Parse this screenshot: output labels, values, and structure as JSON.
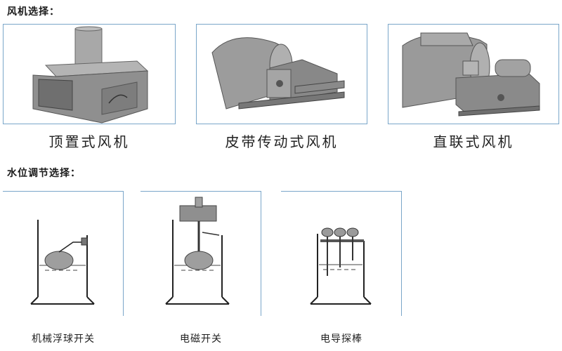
{
  "fan_section": {
    "title": "风机选择：",
    "items": [
      {
        "label": "顶置式风机"
      },
      {
        "label": "皮带传动式风机"
      },
      {
        "label": "直联式风机"
      }
    ]
  },
  "water_section": {
    "title": "水位调节选择：",
    "items": [
      {
        "label": "机械浮球开关"
      },
      {
        "label": "电磁开关"
      },
      {
        "label": "电导探棒"
      }
    ]
  },
  "colors": {
    "frame_border": "#7aa6c9",
    "machine_gray": "#9a9a9a"
  }
}
